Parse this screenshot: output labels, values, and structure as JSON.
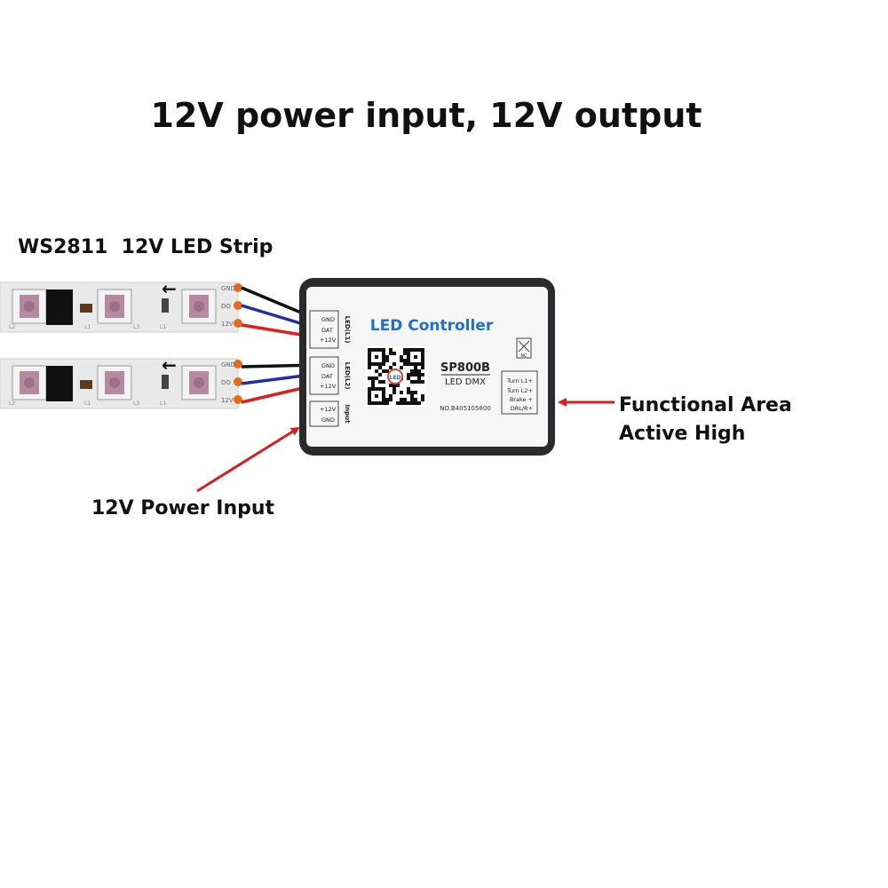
{
  "title": "12V power input, 12V output",
  "strip": {
    "label": "WS2811  12V LED Strip",
    "pads": [
      "GND",
      "DO",
      "12V"
    ],
    "marks": [
      "L2",
      "L1",
      "L3",
      "L1"
    ]
  },
  "controller": {
    "brand": "LED Controller",
    "model": "SP800B",
    "type": "LED DMX",
    "serial": "NO.B405105800",
    "qr_badge": "LED",
    "nc": "NC",
    "ports": {
      "led1": {
        "name": "LED(L1)",
        "pins": [
          "GND",
          "DAT",
          "+12V"
        ]
      },
      "led2": {
        "name": "LED(L2)",
        "pins": [
          "GND",
          "DAT",
          "+12V"
        ]
      },
      "input": {
        "name": "Input",
        "pins": [
          "+12V",
          "GND"
        ]
      },
      "functions": [
        "Turn L1+",
        "Turn L2+",
        "Brake +",
        "DRL/R+"
      ]
    }
  },
  "callouts": {
    "functional_line1": "Functional Area",
    "functional_line2": "Active High",
    "power_input": "12V Power Input"
  },
  "colors": {
    "wire_black": "#111111",
    "wire_blue": "#1f2fa8",
    "wire_red": "#e01e1e",
    "arrow_red": "#d42020",
    "brand_blue": "#1e6fd0"
  }
}
